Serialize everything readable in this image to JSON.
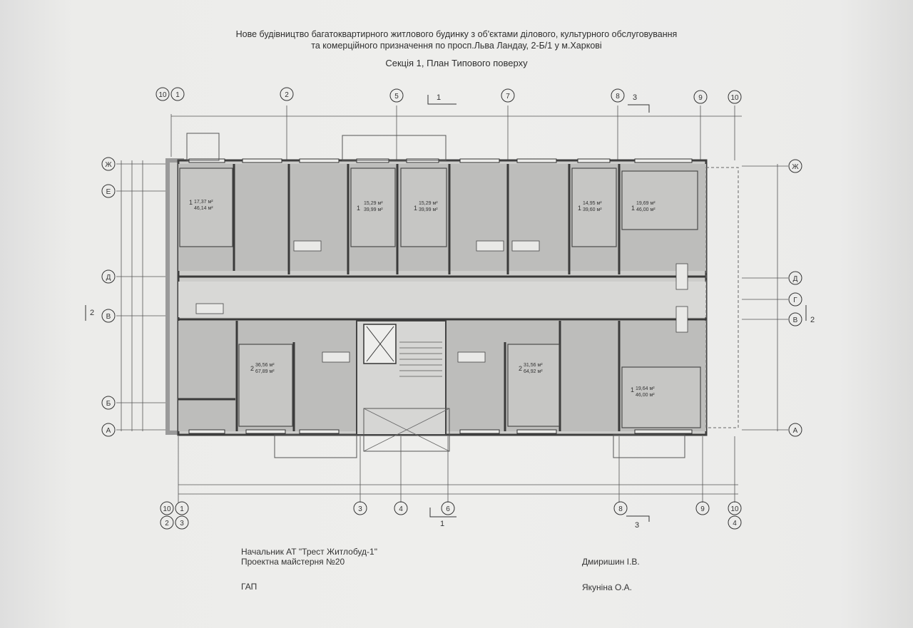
{
  "header": {
    "line1": "Нове будівництво багатоквартирного житлового будинку з об'єктами ділового, культурного обслуговування",
    "line2": "та комерційного призначення по просп.Льва Ландау, 2-Б/1 у м.Харкові",
    "section_title": "Секція 1, План Типового поверху"
  },
  "axes": {
    "top": [
      "10",
      "1",
      "2",
      "5",
      "7",
      "8",
      "9",
      "10"
    ],
    "bottom_upper": [
      "10",
      "1",
      "3",
      "4",
      "6",
      "8",
      "9",
      "10"
    ],
    "bottom_lower": [
      "2",
      "3",
      "4"
    ],
    "left": [
      "Ж",
      "Е",
      "Д",
      "В",
      "Б",
      "А"
    ],
    "right": [
      "Ж",
      "Д",
      "Г",
      "В",
      "А"
    ],
    "section_marks": [
      "1",
      "3",
      "2"
    ]
  },
  "apartments": [
    {
      "rooms": "1",
      "area1": "17,37 м²",
      "area2": "46,14 м²"
    },
    {
      "rooms": "1",
      "area1": "15,29 м²",
      "area2": "39,99 м²"
    },
    {
      "rooms": "1",
      "area1": "15,29 м²",
      "area2": "39,99 м²"
    },
    {
      "rooms": "1",
      "area1": "14,95 м²",
      "area2": "39,60 м²"
    },
    {
      "rooms": "1",
      "area1": "19,69 м²",
      "area2": "46,00 м²"
    },
    {
      "rooms": "2",
      "area1": "36,56 м²",
      "area2": "67,89 м²"
    },
    {
      "rooms": "2",
      "area1": "31,56 м²",
      "area2": "64,92 м²"
    },
    {
      "rooms": "1",
      "area1": "19,64 м²",
      "area2": "46,00 м²"
    }
  ],
  "footer": {
    "head_of": "Начальник АТ \"Трест Житлобуд-1\"",
    "workshop": "Проектна майстерня №20",
    "gap": "ГАП",
    "name1": "Дмиришин І.В.",
    "name2": "Якуніна О.А."
  }
}
